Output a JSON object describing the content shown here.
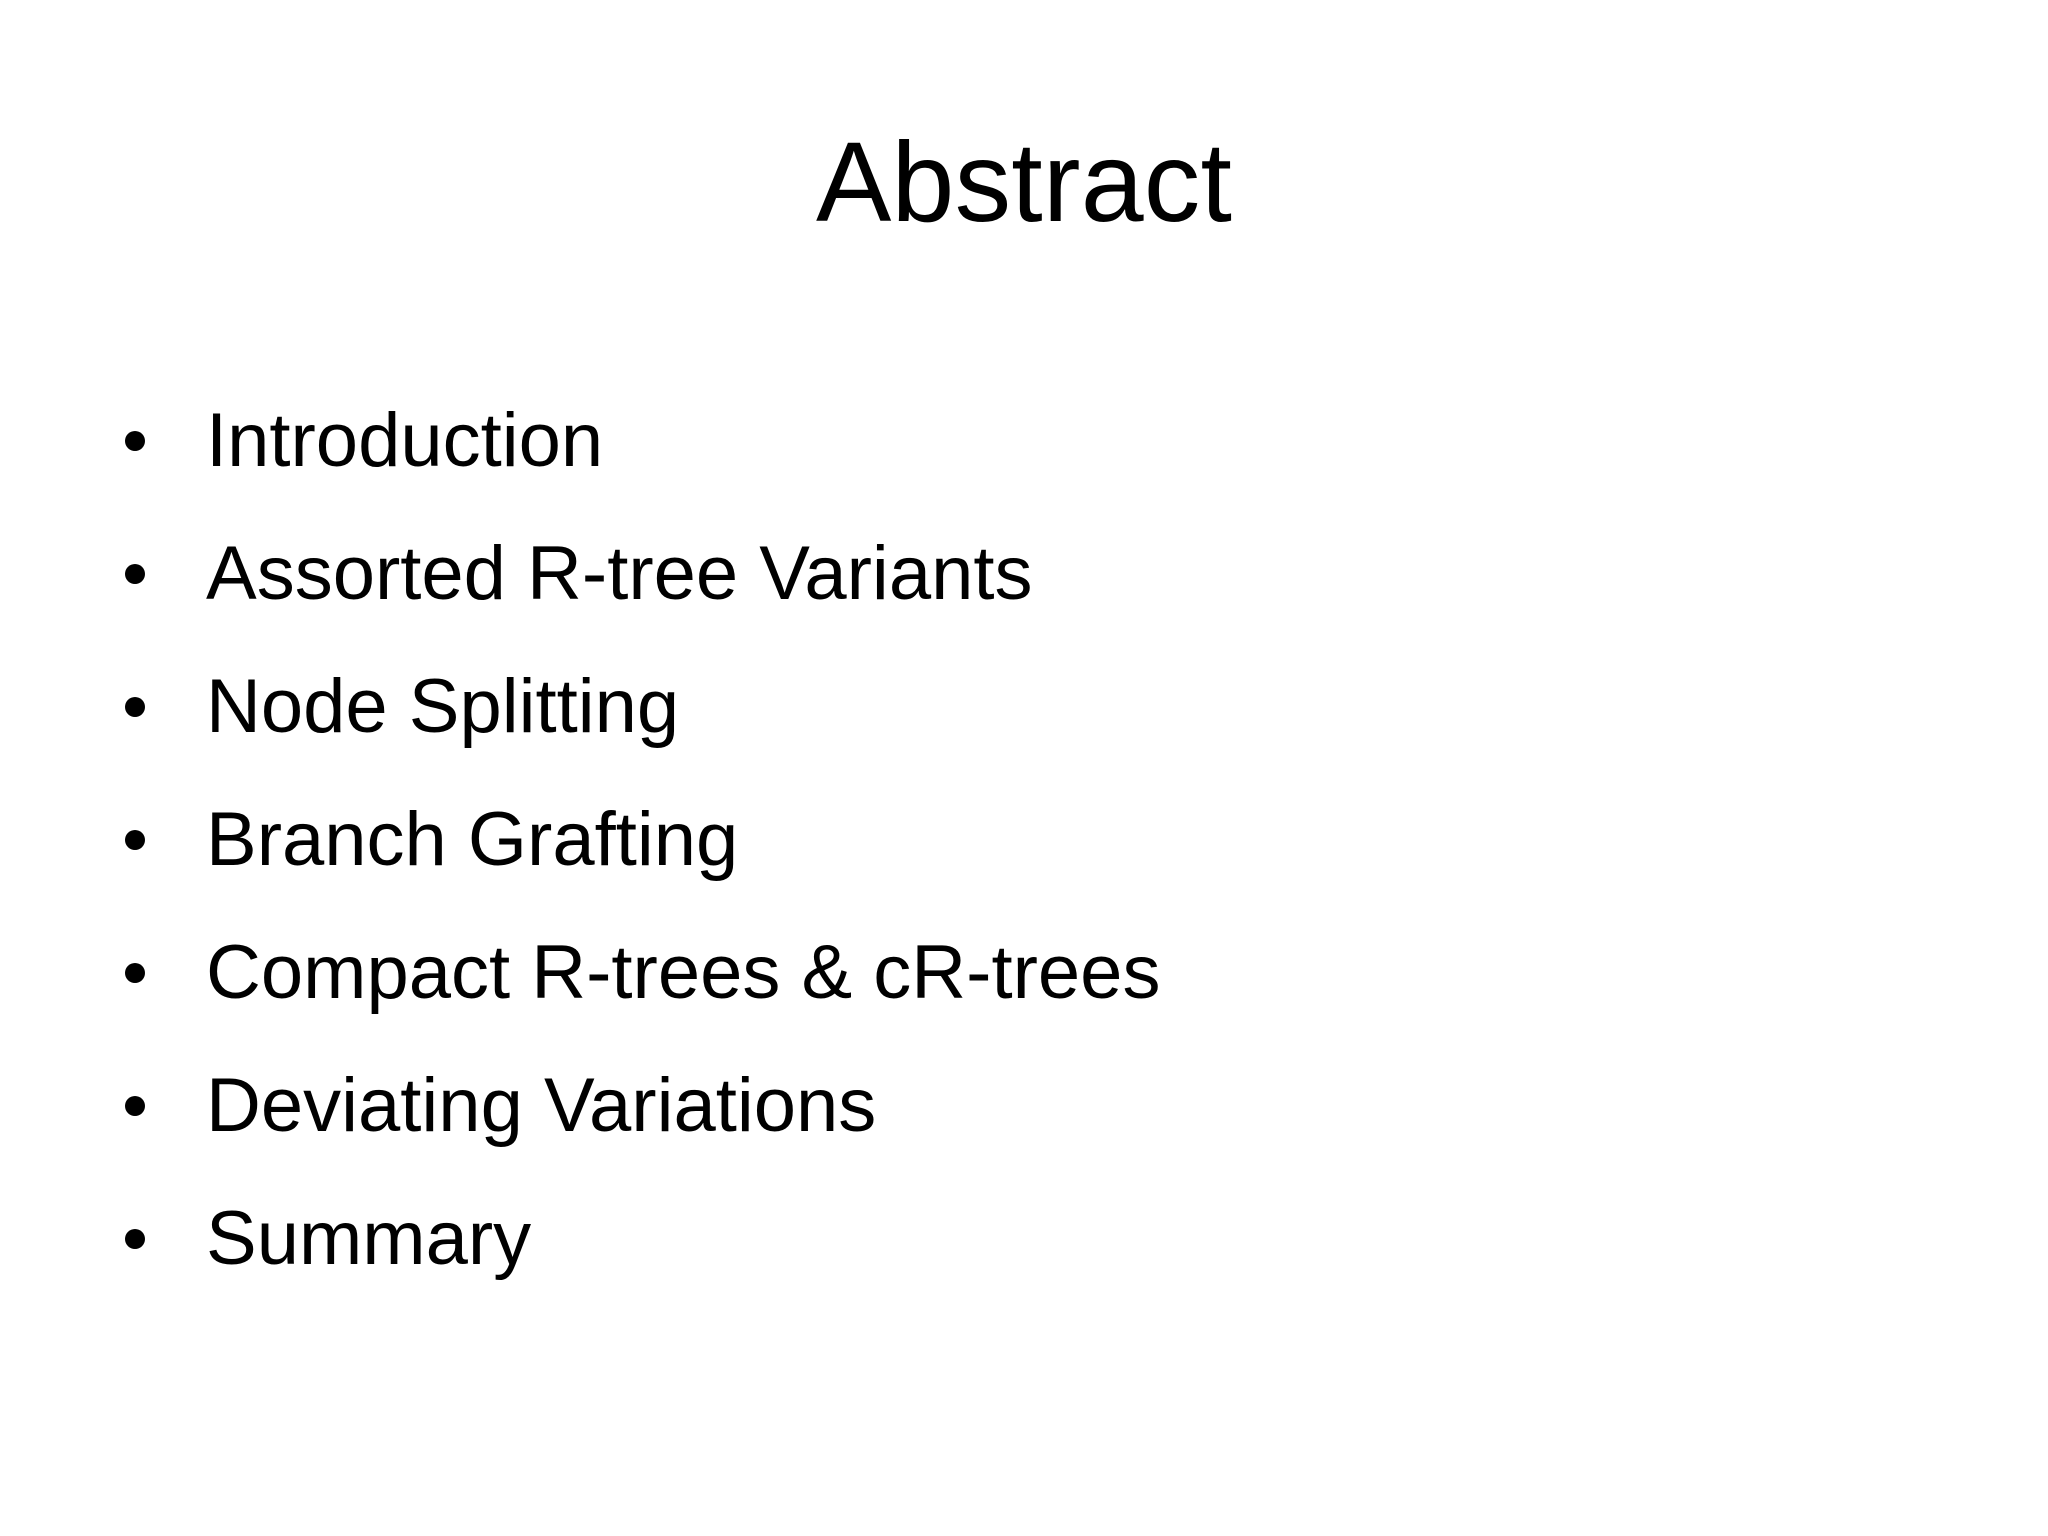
{
  "slide": {
    "title": "Abstract",
    "background_color": "#FFFFFF",
    "text_color": "#000000",
    "bullet_glyph": "bullet-dot",
    "items": [
      {
        "label": "Introduction"
      },
      {
        "label": "Assorted R-tree Variants"
      },
      {
        "label": "Node Splitting"
      },
      {
        "label": "Branch Grafting"
      },
      {
        "label": "Compact R-trees & cR-trees"
      },
      {
        "label": "Deviating Variations"
      },
      {
        "label": "Summary"
      }
    ]
  }
}
